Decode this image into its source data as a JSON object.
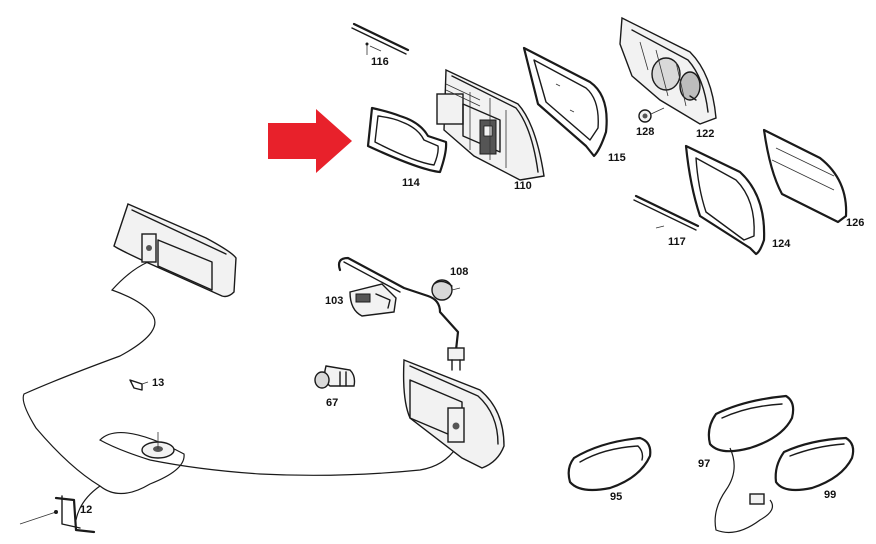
{
  "diagram": {
    "accent_color": "#e8212b",
    "arrow": {
      "points_to": "114",
      "color": "#e8212b"
    },
    "parts": [
      {
        "id": "p12",
        "label": "12"
      },
      {
        "id": "p13",
        "label": "13"
      },
      {
        "id": "p67",
        "label": "67"
      },
      {
        "id": "p95",
        "label": "95"
      },
      {
        "id": "p97",
        "label": "97"
      },
      {
        "id": "p99",
        "label": "99"
      },
      {
        "id": "p103",
        "label": "103"
      },
      {
        "id": "p108",
        "label": "108"
      },
      {
        "id": "p110",
        "label": "110"
      },
      {
        "id": "p114",
        "label": "114"
      },
      {
        "id": "p115",
        "label": "115"
      },
      {
        "id": "p116",
        "label": "116"
      },
      {
        "id": "p117",
        "label": "117"
      },
      {
        "id": "p122",
        "label": "122"
      },
      {
        "id": "p124",
        "label": "124"
      },
      {
        "id": "p126",
        "label": "126"
      },
      {
        "id": "p128",
        "label": "128"
      }
    ]
  }
}
